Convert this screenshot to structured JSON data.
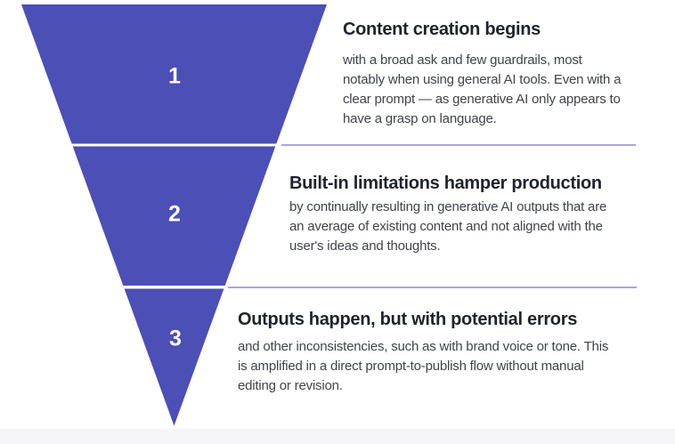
{
  "colors": {
    "funnel": "#4b4fb6",
    "divider": "#a5a7e3",
    "number_text": "#ffffff",
    "title_text": "#1f232b",
    "body_text": "#3f444b",
    "background": "#ffffff",
    "bottom_band": "#f5f5f7"
  },
  "funnel": {
    "steps": [
      {
        "number": "1",
        "title": "Content creation begins",
        "body": "with a broad ask and few guardrails, most\nnotably when using general AI tools. Even with a\nclear prompt — as generative AI only appears to\nhave a grasp on language."
      },
      {
        "number": "2",
        "title": "Built-in limitations hamper production",
        "body": "by continually resulting in generative AI outputs that are\nan average of existing content and not aligned with the\nuser's ideas and thoughts."
      },
      {
        "number": "3",
        "title": "Outputs happen, but with potential errors",
        "body": "and other inconsistencies, such as with brand voice or tone. This\nis amplified in a direct prompt-to-publish flow without manual\nediting or revision."
      }
    ]
  }
}
